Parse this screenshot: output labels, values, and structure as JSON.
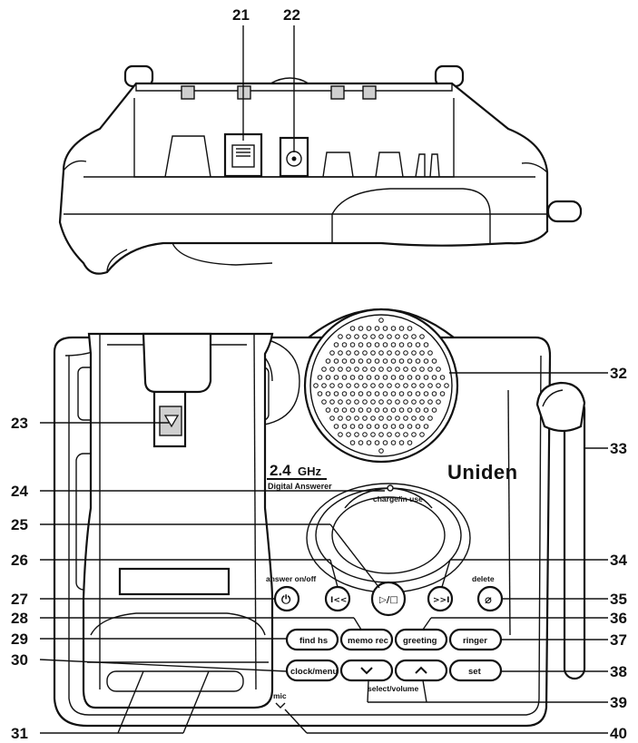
{
  "callouts": {
    "c21": "21",
    "c22": "22",
    "c23": "23",
    "c24": "24",
    "c25": "25",
    "c26": "26",
    "c27": "27",
    "c28": "28",
    "c29": "29",
    "c30": "30",
    "c31": "31",
    "c32": "32",
    "c33": "33",
    "c34": "34",
    "c35": "35",
    "c36": "36",
    "c37": "37",
    "c38": "38",
    "c39": "39",
    "c40": "40"
  },
  "branding": {
    "ghz_number": "2.4",
    "ghz_unit": "GHz",
    "subtitle": "Digital Answerer",
    "brand": "Uniden"
  },
  "labels": {
    "charge_in_use": "charge/in use",
    "answer_on_off": "answer on/off",
    "delete": "delete",
    "select_volume": "select/volume",
    "mic": "mic"
  },
  "buttons": {
    "find_hs": "find hs",
    "memo_rec": "memo rec",
    "greeting": "greeting",
    "ringer": "ringer",
    "clock_menu": "clock/menu",
    "set": "set"
  },
  "icons": {
    "power": "power-icon",
    "skip_back": "skip-back-icon",
    "play_stop": "play-stop-icon",
    "skip_forward": "skip-forward-icon",
    "delete": "delete-icon",
    "down": "chevron-down-icon",
    "up": "chevron-up-icon"
  }
}
